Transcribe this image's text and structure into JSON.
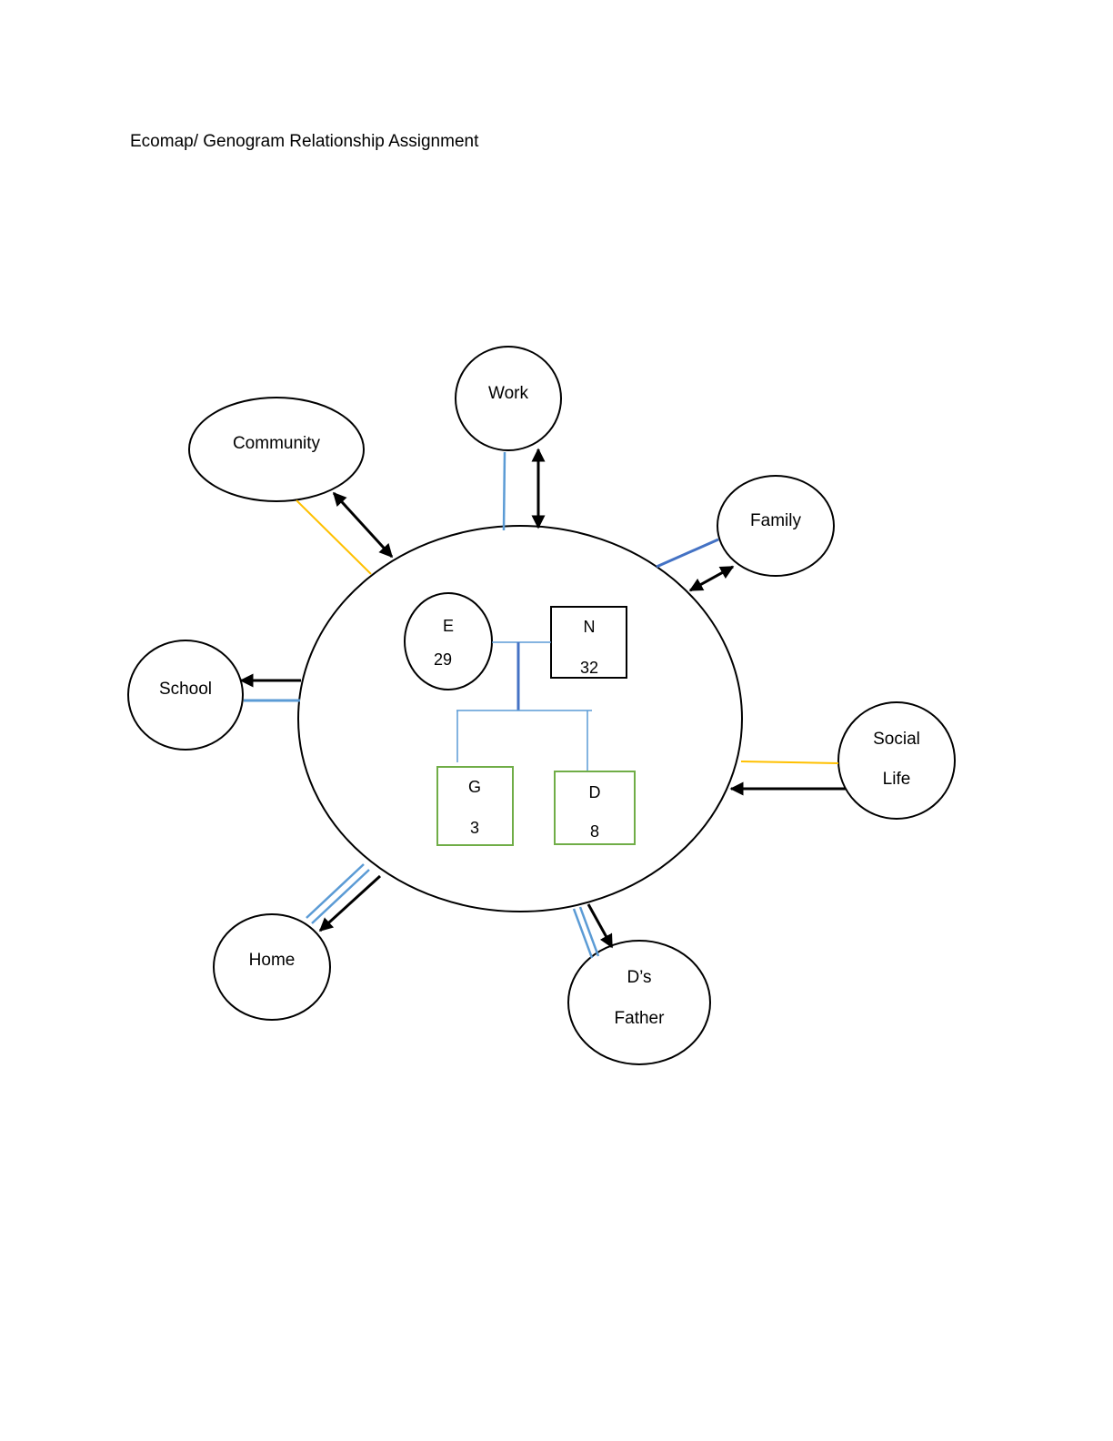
{
  "title": "Ecomap/ Genogram Relationship Assignment",
  "colors": {
    "outline": "#000000",
    "strong": "#4472c4",
    "normal": "#5b9bd5",
    "tenuous": "#ffc000",
    "child_box": "#70ad47"
  },
  "systems": {
    "work": "Work",
    "community": "Community",
    "family": "Family",
    "school": "School",
    "social_line1": "Social",
    "social_line2": "Life",
    "home": "Home",
    "father_line1": "D’s",
    "father_line2": "Father"
  },
  "household": {
    "mother": {
      "initial": "E",
      "age": "29"
    },
    "partner": {
      "initial": "N",
      "age": "32"
    },
    "child_g": {
      "initial": "G",
      "age": "3"
    },
    "child_d": {
      "initial": "D",
      "age": "8"
    }
  }
}
